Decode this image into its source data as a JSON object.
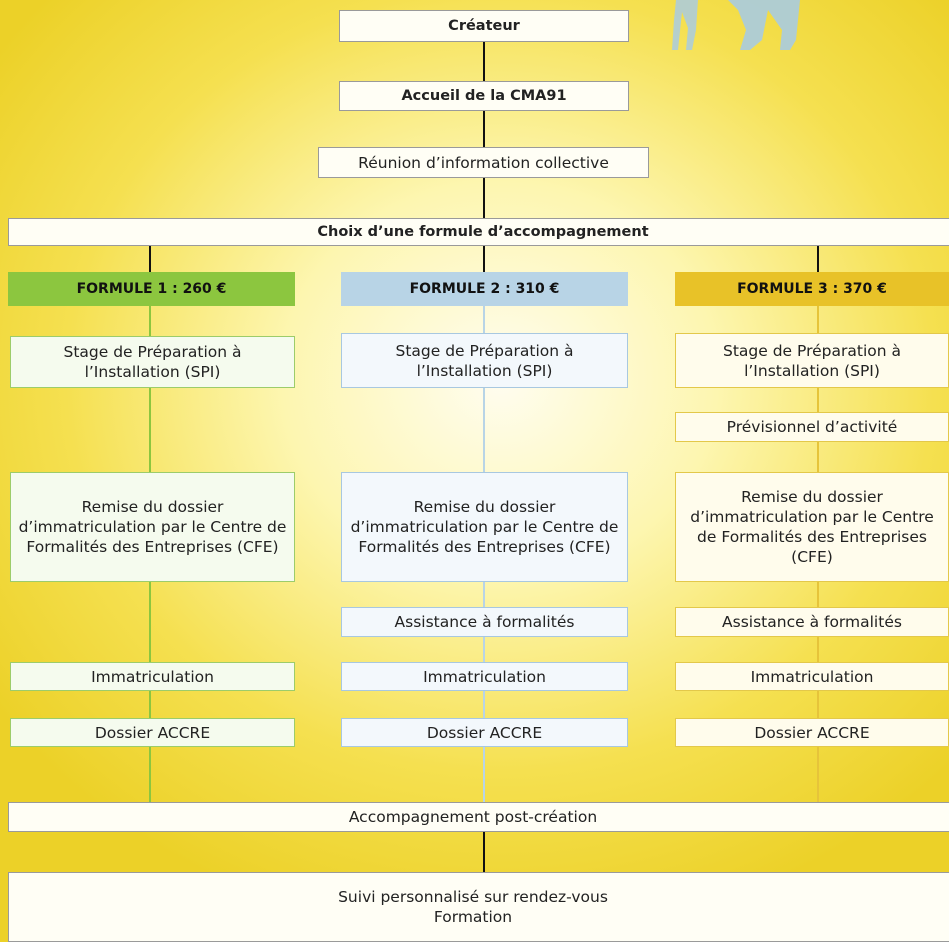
{
  "colors": {
    "green": "#8cc63f",
    "blue": "#b8d4e6",
    "yellow": "#e8c228",
    "line_green": "#8cc63f",
    "line_blue": "#b8d4e6",
    "line_yellow": "#e6c43a"
  },
  "top": {
    "createur": "Créateur",
    "accueil": "Accueil de la CMA91",
    "reunion": "Réunion d’information collective",
    "choix": "Choix d’une formule d’accompagnement"
  },
  "formulas": [
    {
      "header": "FORMULE 1 : 260 €",
      "spi": "Stage de Préparation à l’Installation (SPI)",
      "remise": "Remise du dossier d’immatriculation par le Centre de Formalités des Entreprises (CFE)",
      "immatriculation": "Immatriculation",
      "accre": "Dossier ACCRE"
    },
    {
      "header": "FORMULE 2 : 310 €",
      "spi": "Stage de Préparation à l’Installation (SPI)",
      "remise": "Remise du dossier d’immatriculation par le Centre de Formalités des Entreprises (CFE)",
      "assistance": "Assistance à formalités",
      "immatriculation": "Immatriculation",
      "accre": "Dossier ACCRE"
    },
    {
      "header": "FORMULE 3 : 370 €",
      "spi": "Stage de Préparation à l’Installation (SPI)",
      "previsionnel": "Prévisionnel d’activité",
      "remise": "Remise du dossier d’immatriculation par le Centre de Formalités des Entreprises (CFE)",
      "assistance": "Assistance à formalités",
      "immatriculation": "Immatriculation",
      "accre": "Dossier ACCRE"
    }
  ],
  "bottom": {
    "post": "Accompagnement post-création",
    "suivi_line1": "Suivi personnalisé sur rendez-vous",
    "suivi_line2": "Formation"
  },
  "decor": {
    "illustration": "people-illustration"
  }
}
